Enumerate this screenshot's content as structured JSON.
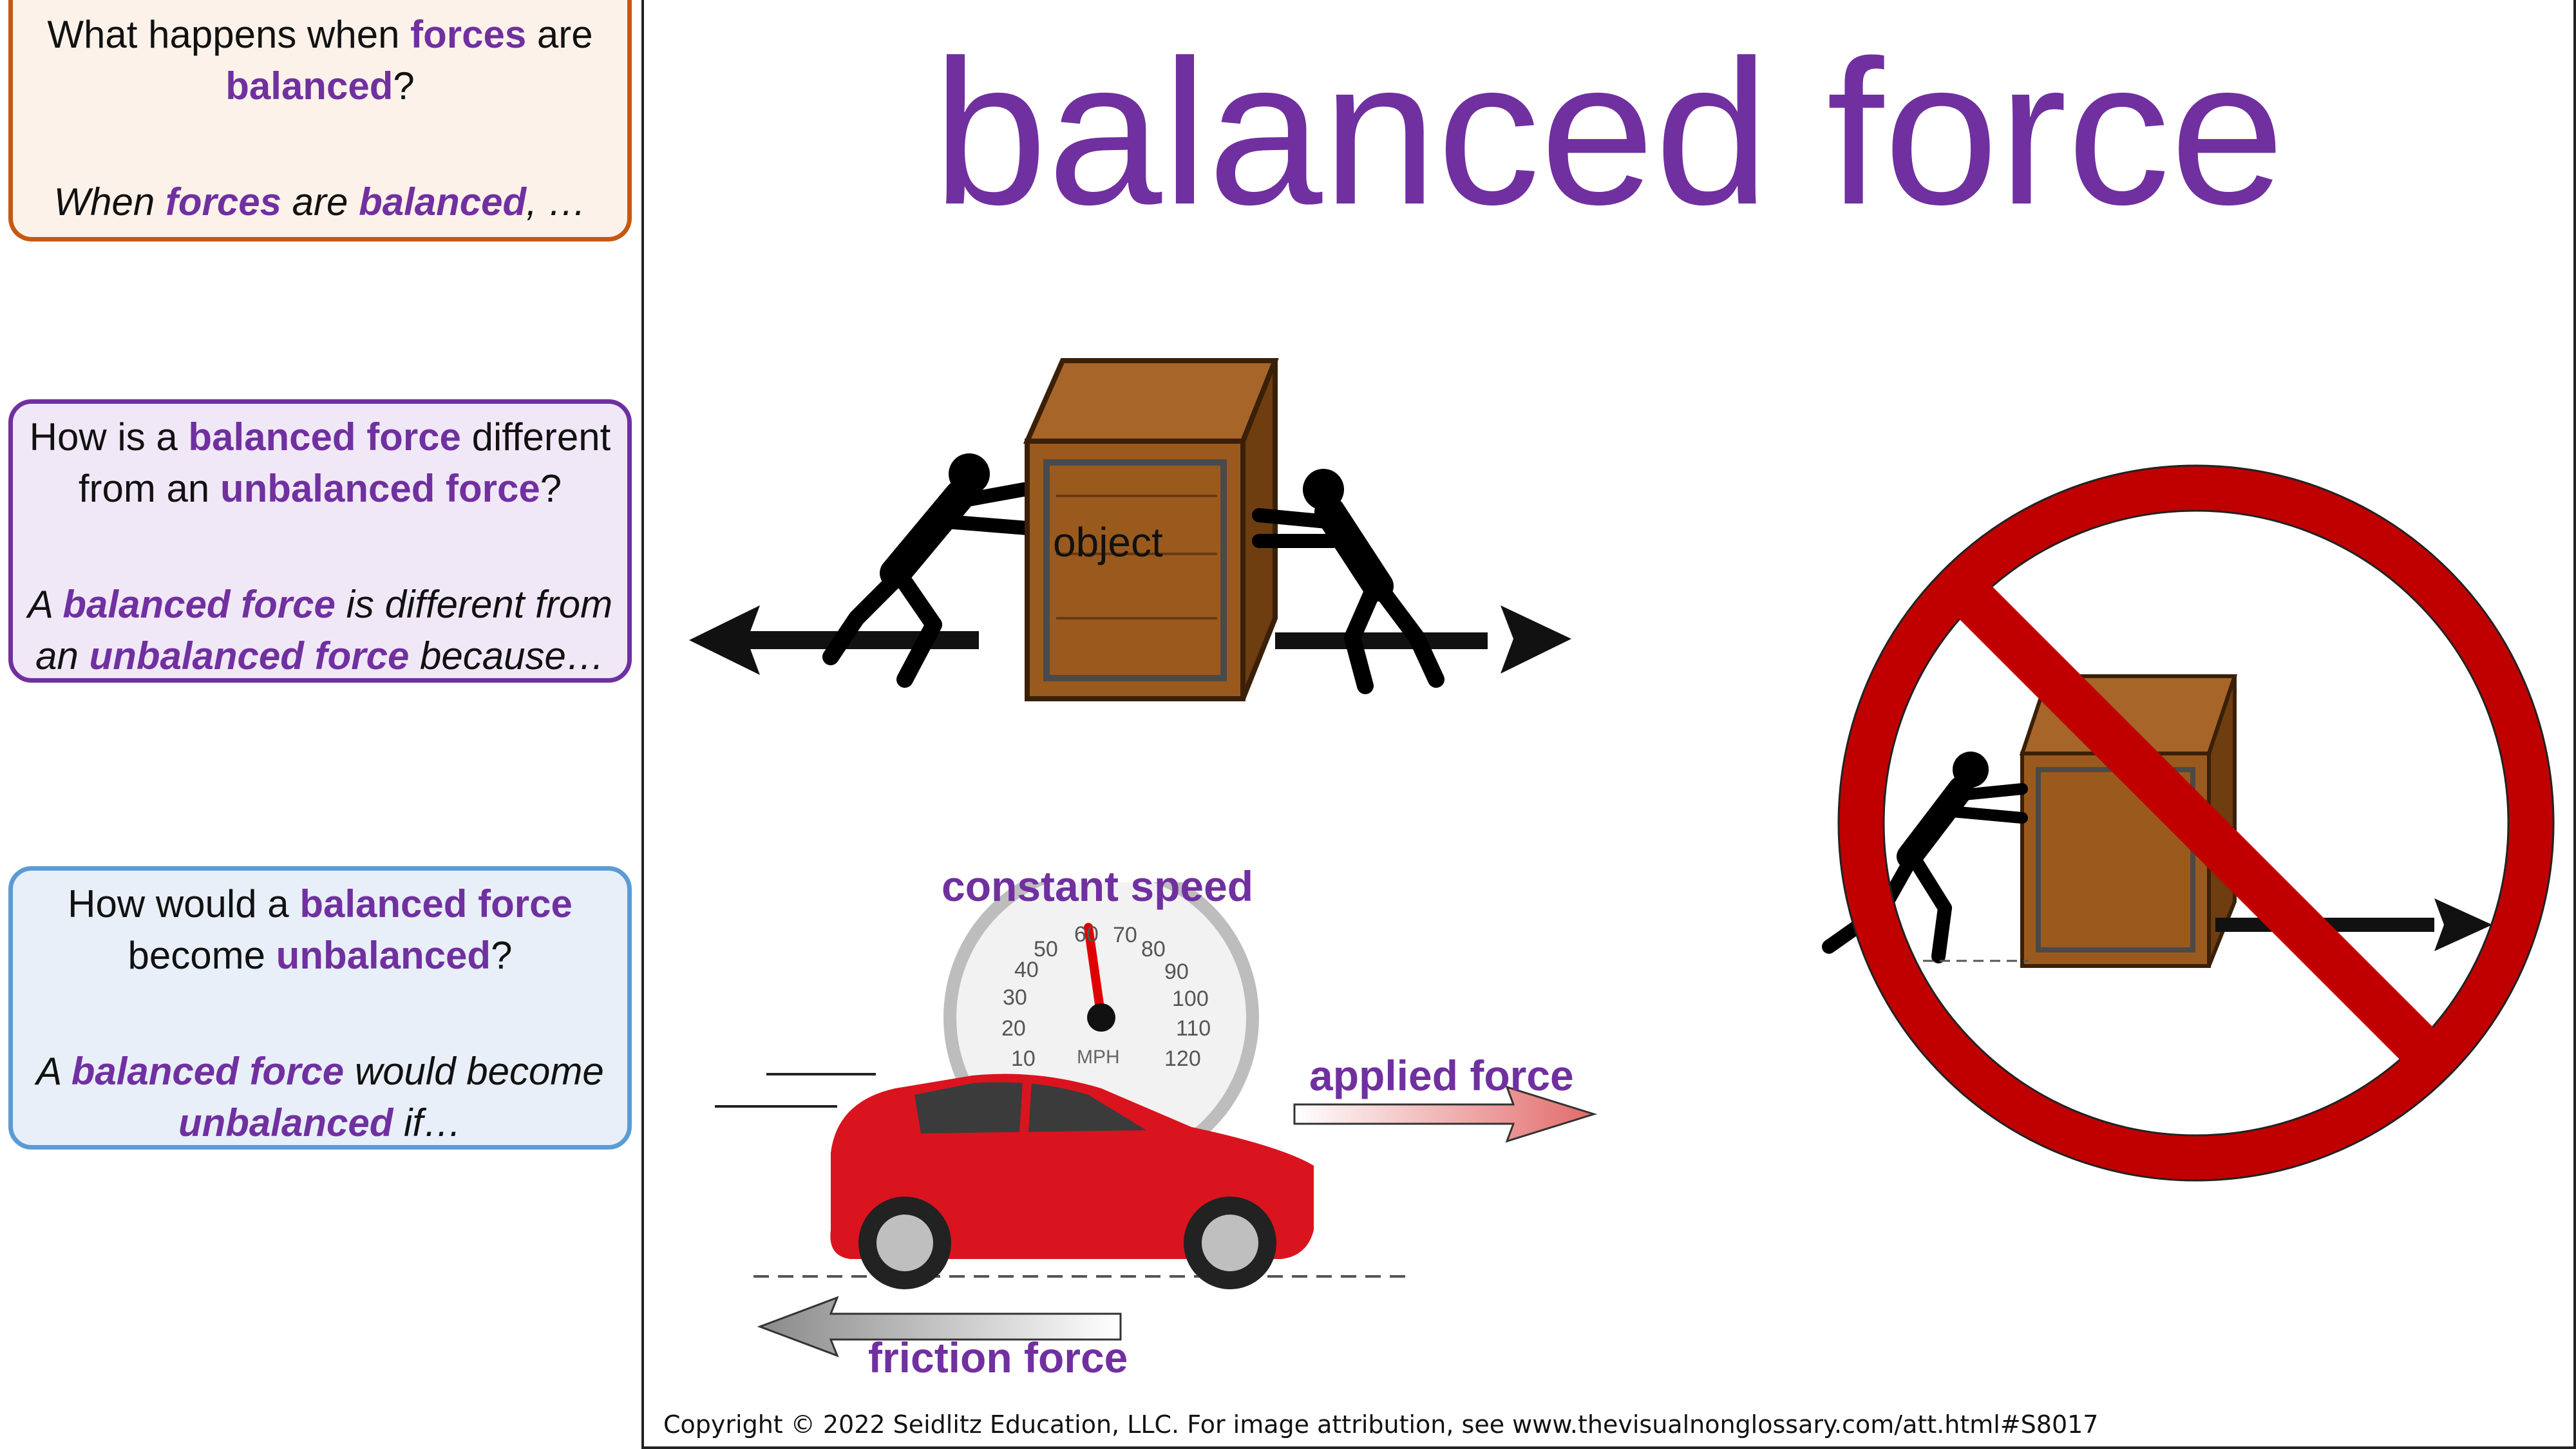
{
  "stems": [
    {
      "question_parts": [
        "What happens when ",
        "forces",
        " are ",
        "balanced",
        "?"
      ],
      "starter_parts": [
        "When ",
        "forces",
        " are ",
        "balanced",
        ", …"
      ]
    },
    {
      "question_parts": [
        "How is a ",
        "balanced force",
        " different from an ",
        "unbalanced force",
        "?"
      ],
      "starter_parts": [
        "A ",
        "balanced force",
        " is different from an ",
        "unbalanced force",
        " because…"
      ]
    },
    {
      "question_parts": [
        "How would a ",
        "balanced force",
        " become ",
        "unbalanced",
        "?"
      ],
      "starter_parts": [
        "A  ",
        "balanced force",
        " would become ",
        "unbalanced",
        " if…"
      ]
    }
  ],
  "title": "balanced force",
  "illustration": {
    "crate_label": "object",
    "speed_label": "constant speed",
    "applied_label": "applied force",
    "friction_label": "friction force",
    "gauge_unit": "MPH",
    "gauge_ticks": [
      "10",
      "20",
      "30",
      "40",
      "50",
      "60",
      "70",
      "80",
      "90",
      "100",
      "110",
      "120"
    ]
  },
  "colors": {
    "accent": "#7030a0",
    "stem1_border": "#c65911",
    "stem2_border": "#7030a0",
    "stem3_border": "#5b9bd5",
    "prohibition_red": "#c00000",
    "car_red": "#d9141e",
    "crate_brown": "#9a5a1e"
  },
  "copyright": "Copyright © 2022 Seidlitz Education, LLC.  For image attribution, see www.thevisualnonglossary.com/att.html#S8017"
}
